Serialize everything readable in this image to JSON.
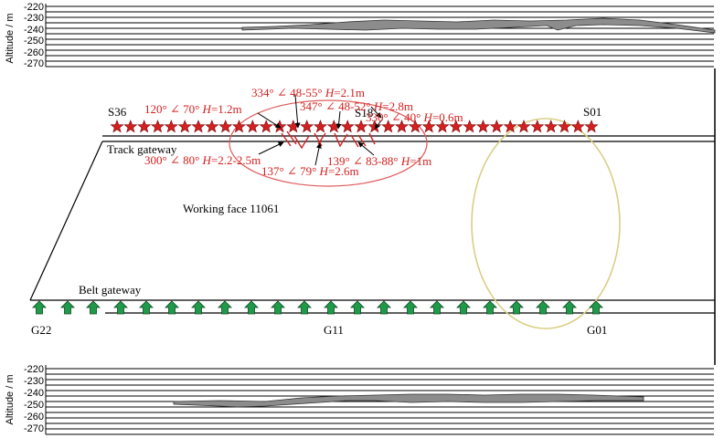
{
  "top_profile": {
    "ylabel": "Altitude / m",
    "ticks": [
      "-220",
      "-230",
      "-240",
      "-250",
      "-260",
      "-270"
    ]
  },
  "bottom_profile": {
    "ylabel": "Altitude / m",
    "ticks": [
      "-220",
      "-230",
      "-240",
      "-250",
      "-260",
      "-270"
    ]
  },
  "labels": {
    "s36": "S36",
    "s01": "S01",
    "s18": "S18",
    "g22": "G22",
    "g11": "G11",
    "g01": "G01",
    "track_gateway": "Track gateway",
    "belt_gateway": "Belt gateway",
    "working_face": "Working face 11061"
  },
  "annotations": [
    {
      "pre": "334° ∠ 48-55° ",
      "h": "H",
      "post": "=2.1m"
    },
    {
      "pre": "120° ∠ 70° ",
      "h": "H",
      "post": "=1.2m"
    },
    {
      "pre": "347° ∠ 48-52° ",
      "h": "H",
      "post": "=2.8m"
    },
    {
      "pre": "330° ∠ 40° ",
      "h": "H",
      "post": "=0.6m"
    },
    {
      "pre": "300° ∠ 80° ",
      "h": "H",
      "post": "=2.2-2.5m"
    },
    {
      "pre": "137° ∠ 79° ",
      "h": "H",
      "post": "=2.6m"
    },
    {
      "pre": "139° ∠ 83-88° ",
      "h": "H",
      "post": "=1m"
    }
  ],
  "colors": {
    "station_star": "#d42020",
    "station_star_dark": "#7a0000",
    "annotation": "#d42020",
    "arrow_fill": "#1f9a4a",
    "ellipse_red": "#e05a5a",
    "ellipse_yellow": "#d8cf86",
    "profile_fill": "#8c8c8c"
  },
  "icons": {
    "station": "star-icon",
    "geophone": "up-arrow-icon"
  }
}
